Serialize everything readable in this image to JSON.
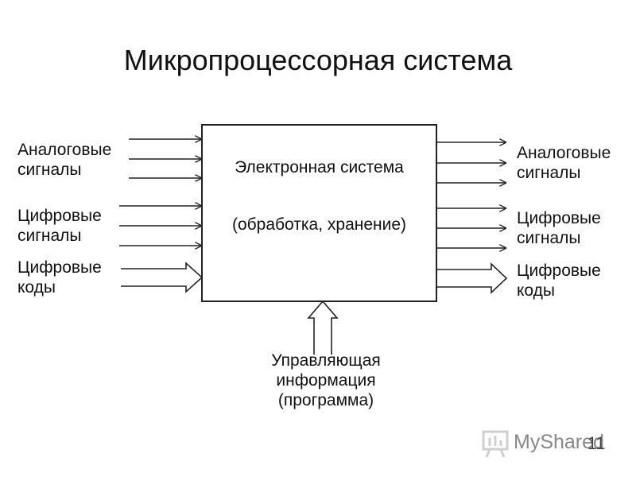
{
  "title": "Микропроцессорная система",
  "box": {
    "line1": "Электронная система",
    "line2": "(обработка, хранение)"
  },
  "inputs": {
    "analog": "Аналоговые\nсигналы",
    "digital": "Цифровые\nсигналы",
    "codes": "Цифровые\nкоды"
  },
  "outputs": {
    "analog": "Аналоговые\nсигналы",
    "digital": "Цифровые\nсигналы",
    "codes": "Цифровые\nкоды"
  },
  "control": "Управляющая\nинформация\n(программа)",
  "page_number": "11",
  "watermark": {
    "text": "MyShared",
    "icon": "presentation-board-icon"
  },
  "colors": {
    "stroke": "#222222",
    "text": "#111111"
  }
}
